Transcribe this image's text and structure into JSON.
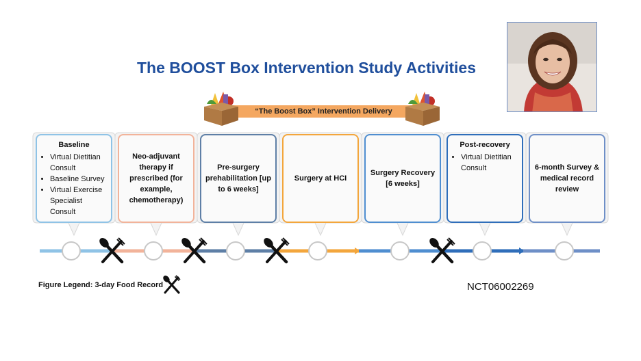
{
  "title": "The BOOST Box Intervention Study Activities",
  "delivery_label": "“The Boost Box” Intervention Delivery",
  "stages": [
    {
      "title": "Baseline",
      "bullets": [
        "Virtual Dietitian Consult",
        "Baseline Survey",
        "Virtual Exercise Specialist Consult"
      ],
      "color": "#8fc3e6"
    },
    {
      "title": "Neo-adjuvant therapy if prescribed (for example, chemotherapy)",
      "bullets": [],
      "color": "#f2b39a"
    },
    {
      "title": "Pre-surgery prehabilitation [up to 6 weeks]",
      "bullets": [],
      "color": "#5e7fa6"
    },
    {
      "title": "Surgery at HCI",
      "bullets": [],
      "color": "#f3a63c"
    },
    {
      "title": "Surgery Recovery [6 weeks]",
      "bullets": [],
      "color": "#4f8ed0"
    },
    {
      "title": "Post-recovery",
      "bullets": [
        "Virtual Dietitian Consult"
      ],
      "color": "#2f6eba"
    },
    {
      "title": "6-month Survey & medical record review",
      "bullets": [],
      "color": "#6e8fc7"
    }
  ],
  "legend": "Figure Legend: 3-day Food Record",
  "nct": "NCT06002269",
  "icons": {
    "food_record": "fork-and-spoon-icon",
    "food_box": "food-box-icon",
    "portrait": "portrait-photo"
  }
}
